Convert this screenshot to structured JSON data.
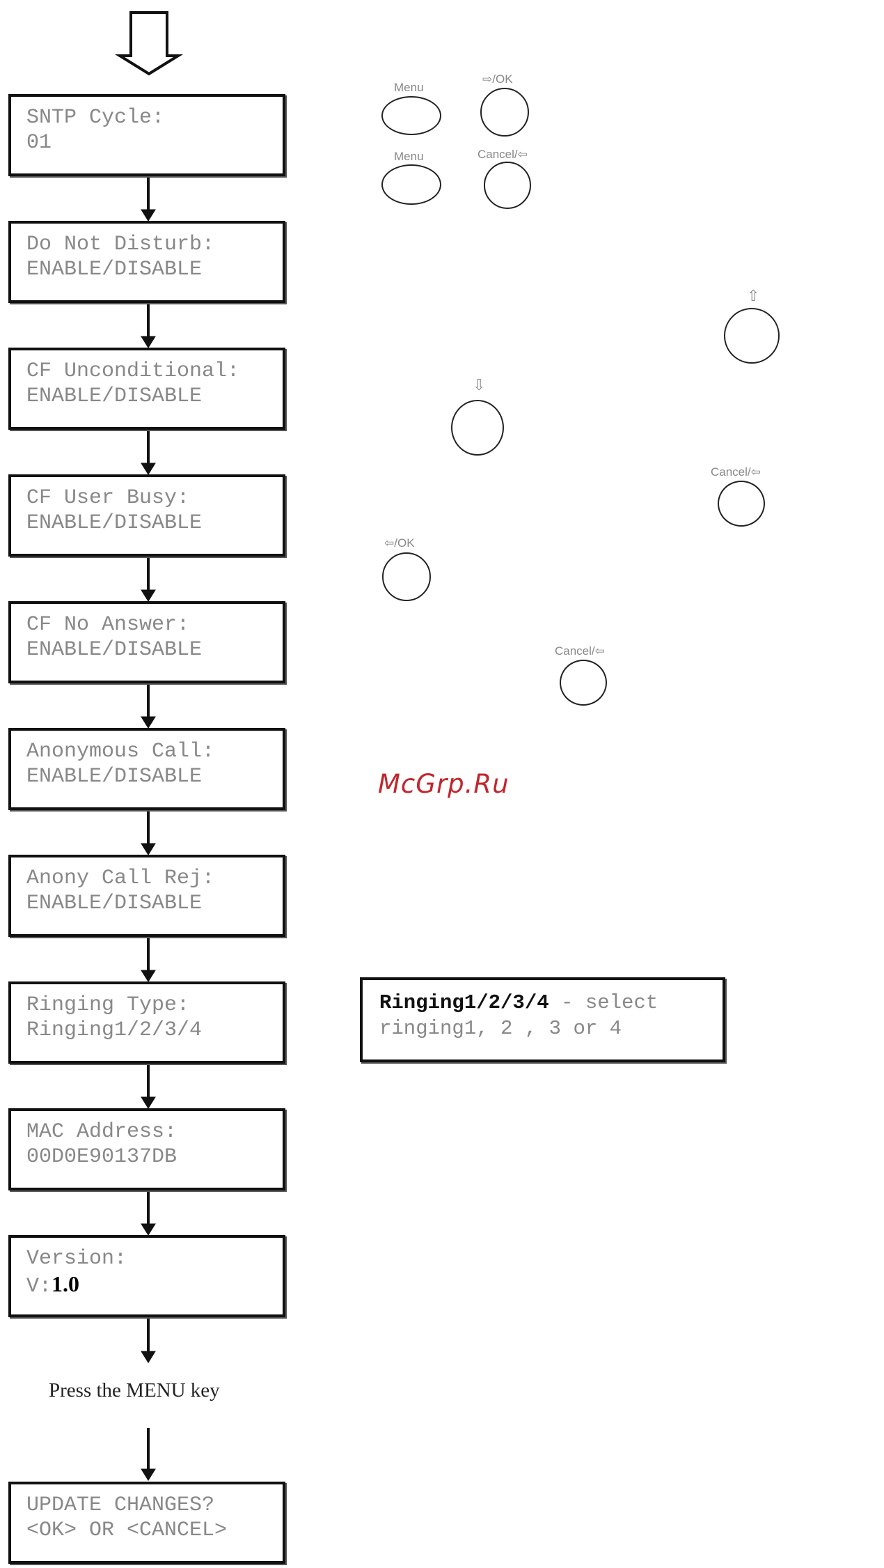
{
  "screens": [
    {
      "line1": "SNTP Cycle:",
      "line2": "01"
    },
    {
      "line1": "Do Not Disturb:",
      "line2": "ENABLE/DISABLE"
    },
    {
      "line1": "CF Unconditional:",
      "line2": "ENABLE/DISABLE"
    },
    {
      "line1": "CF User Busy:",
      "line2": "ENABLE/DISABLE"
    },
    {
      "line1": "CF No Answer:",
      "line2": "ENABLE/DISABLE"
    },
    {
      "line1": "Anonymous Call:",
      "line2": "ENABLE/DISABLE"
    },
    {
      "line1": "Anony Call Rej:",
      "line2": "ENABLE/DISABLE"
    },
    {
      "line1": "Ringing Type:",
      "line2": "Ringing1/2/3/4"
    },
    {
      "line1": "MAC Address:",
      "line2": "00D0E90137DB"
    },
    {
      "line1": "Version:",
      "line2_prefix": "V:",
      "line2_value": "1.0"
    }
  ],
  "press_menu": "Press the MENU key",
  "final_screen": {
    "line1": "UPDATE CHANGES?",
    "line2": "<OK> OR <CANCEL>"
  },
  "keys": {
    "menu_1": "Menu",
    "ok_1": "⇨/OK",
    "menu_2": "Menu",
    "cancel_1": "Cancel/⇦",
    "up_arrow": "⇧",
    "down_arrow": "⇩",
    "cancel_2": "Cancel/⇦",
    "ok_2": "⇦/OK",
    "cancel_3": "Cancel/⇦"
  },
  "note": {
    "bold": "Ringing1/2/3/4",
    "rest": " - select",
    "line2": "ringing1, 2 , 3 or 4"
  },
  "watermark": "McGrp.Ru"
}
